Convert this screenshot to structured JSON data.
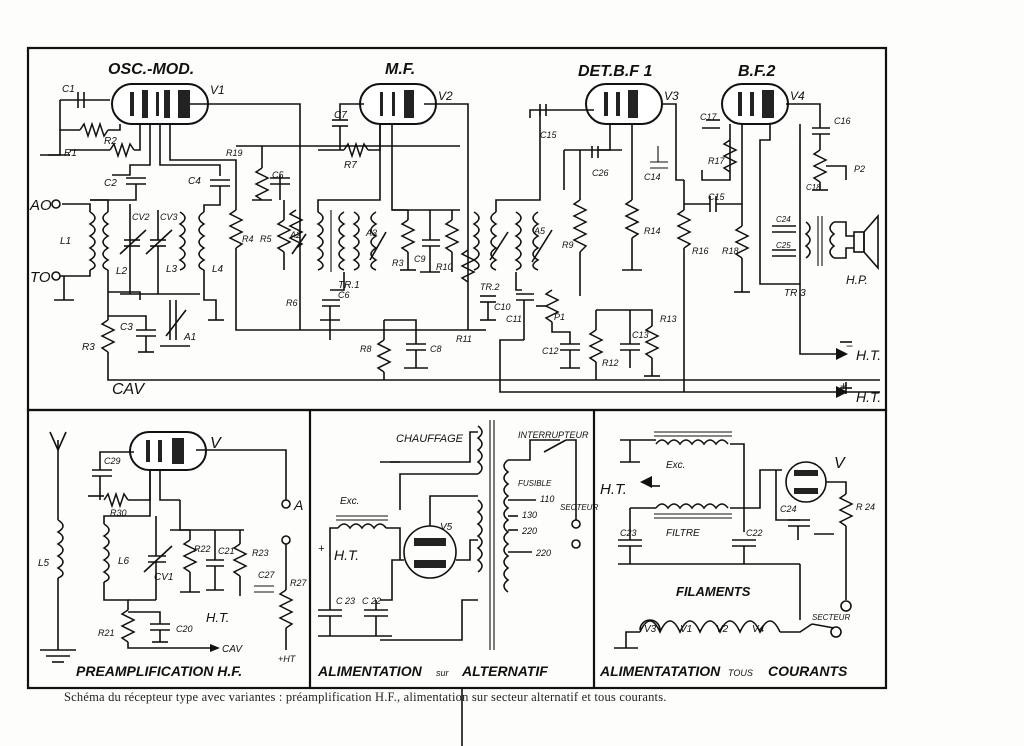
{
  "sections": {
    "main": {
      "stages": [
        "OSC.-MOD.",
        "M.F.",
        "DET.B.F 1",
        "B.F.2"
      ],
      "inputs": [
        "AO",
        "TO"
      ],
      "cav": "CAV",
      "ht_minus": "H.T.",
      "ht_plus": "H.T.",
      "ht_minus_sign": "−",
      "ht_plus_sign": "+",
      "tubes": [
        "V1",
        "V2",
        "V3",
        "V4"
      ],
      "speaker": "H.P.",
      "tr3": "TR 3"
    },
    "preamp": {
      "title": "PREAMPLIFICATION H.F.",
      "tube": "V",
      "terminal_a": "A",
      "ht": "H.T.",
      "cav": "CAV",
      "ht_plus": "+HT"
    },
    "alim_alt": {
      "title_left": "ALIMENTATION",
      "title_mid": "sur",
      "title_right": "ALTERNATIF",
      "chauffage": "CHAUFFAGE",
      "interrupteur": "INTERRUPTEUR",
      "excit": "Exc.",
      "ht": "H.T.",
      "fusible": "FUSIBLE",
      "voltages": [
        "110",
        "130",
        "220",
        "220"
      ],
      "secteur": "SECTEUR",
      "tube": "V5",
      "caps": [
        "C 23",
        "C 22"
      ]
    },
    "alim_tc": {
      "title_left": "ALIMENTATATION",
      "title_mid": "TOUS",
      "title_right": "COURANTS",
      "ht": "H.T.",
      "excit": "Exc.",
      "filtre": "FILTRE",
      "filaments_label": "FILAMENTS",
      "filaments": [
        "V3",
        "V1",
        "V2",
        "V4"
      ],
      "tube": "V",
      "secteur": "SECTEUR",
      "caps": [
        "C23",
        "C22",
        "C24"
      ],
      "r24": "R 24"
    }
  },
  "components": {
    "main": [
      "C1",
      "R1",
      "R2",
      "C2",
      "CV2",
      "CV3",
      "C4",
      "L1",
      "L2",
      "L3",
      "L4",
      "R3",
      "C3",
      "A1",
      "R19",
      "C5",
      "R4",
      "R5",
      "A2",
      "R6",
      "C6",
      "C7",
      "R7",
      "TR.1",
      "A3",
      "R3",
      "C9",
      "R10",
      "TR.2",
      "R8",
      "C8",
      "R11",
      "C10",
      "C11",
      "C15",
      "C26",
      "A5",
      "R9",
      "R14",
      "C14",
      "P1",
      "C12",
      "R12",
      "C13",
      "R13",
      "C17",
      "R17",
      "C16",
      "P2",
      "C15",
      "R16",
      "R18",
      "C24",
      "C25",
      "C18"
    ],
    "preamp": [
      "C29",
      "R30",
      "L5",
      "L6",
      "CV1",
      "R22",
      "C21",
      "R23",
      "C27",
      "R27",
      "R21",
      "C20"
    ]
  },
  "caption": "Schéma du récepteur type avec variantes : préamplification H.F., alimentation sur secteur alternatif et tous courants."
}
